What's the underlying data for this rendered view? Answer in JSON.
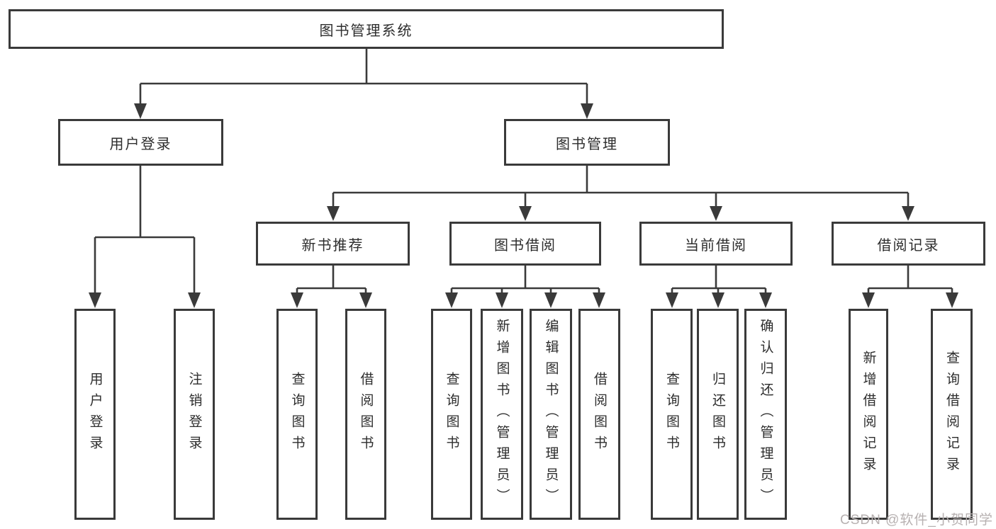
{
  "diagram": {
    "root": {
      "label": "图书管理系统"
    },
    "level2": [
      {
        "label": "用户登录"
      },
      {
        "label": "图书管理"
      }
    ],
    "level3": [
      {
        "label": "新书推荐",
        "parent": "图书管理"
      },
      {
        "label": "图书借阅",
        "parent": "图书管理"
      },
      {
        "label": "当前借阅",
        "parent": "图书管理"
      },
      {
        "label": "借阅记录",
        "parent": "图书管理"
      }
    ],
    "leaves": [
      {
        "label": "用户登录",
        "parent": "用户登录"
      },
      {
        "label": "注销登录",
        "parent": "用户登录"
      },
      {
        "label": "查询图书",
        "parent": "新书推荐"
      },
      {
        "label": "借阅图书",
        "parent": "新书推荐"
      },
      {
        "label": "查询图书",
        "parent": "图书借阅"
      },
      {
        "label": "新增图书（管理员）",
        "parent": "图书借阅"
      },
      {
        "label": "编辑图书（管理员）",
        "parent": "图书借阅"
      },
      {
        "label": "借阅图书",
        "parent": "图书借阅"
      },
      {
        "label": "查询图书",
        "parent": "当前借阅"
      },
      {
        "label": "归还图书",
        "parent": "当前借阅"
      },
      {
        "label": "确认归还（管理员）",
        "parent": "当前借阅"
      },
      {
        "label": "新增借阅记录",
        "parent": "借阅记录"
      },
      {
        "label": "查询借阅记录",
        "parent": "借阅记录"
      }
    ]
  },
  "watermark": {
    "text": "CSDN @软件_小贺同学"
  },
  "colors": {
    "line": "#3a3a3a",
    "text": "#2d2d2d",
    "watermark": "#b7b1b1",
    "background": "#ffffff"
  }
}
